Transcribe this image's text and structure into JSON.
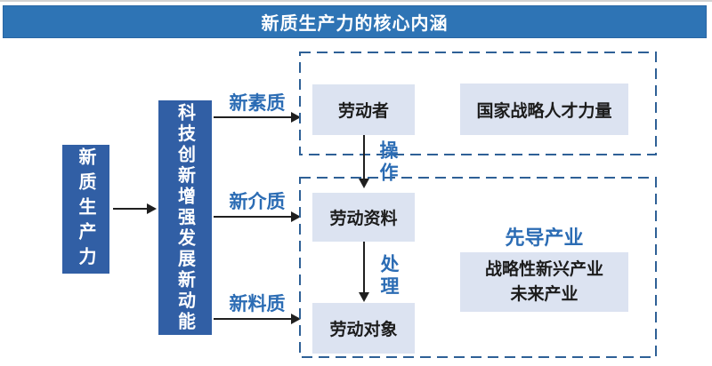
{
  "title": "新质生产力的核心内涵",
  "nodes": {
    "source": "新质生产力",
    "driver": "科技创新增强发展新动能",
    "laborer": "劳动者",
    "national_talent": "国家战略人才力量",
    "labor_materials": "劳动资料",
    "labor_objects": "劳动对象"
  },
  "branch_labels": [
    "新素质",
    "新介质",
    "新料质"
  ],
  "flow_labels": {
    "operate": "操作",
    "process": "处理"
  },
  "leading_industry": {
    "title": "先导产业",
    "lines": [
      "战略性新兴产业",
      "未来产业"
    ]
  },
  "colors": {
    "banner": "#2e74b5",
    "solid_node": "#315fa5",
    "light_node": "#dce3f1",
    "accent_text": "#2b6cb4",
    "dashed_border": "#2e6096",
    "arrow": "#1f1f1f"
  }
}
